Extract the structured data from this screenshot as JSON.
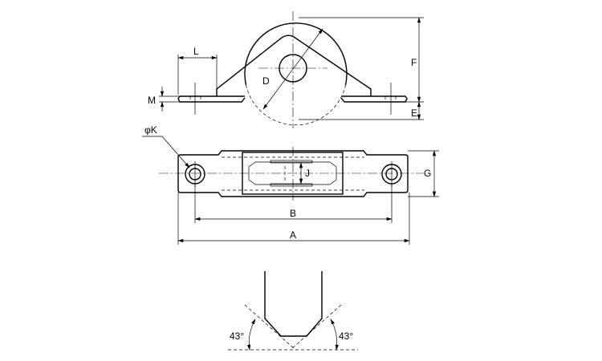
{
  "labels": {
    "L": "L",
    "M": "M",
    "D": "D",
    "F": "F",
    "E": "E",
    "K": "φK",
    "J": "J",
    "G": "G",
    "B": "B",
    "A": "A",
    "angle_left": "43°",
    "angle_right": "43°"
  },
  "colors": {
    "line": "#000000",
    "background": "#ffffff"
  }
}
